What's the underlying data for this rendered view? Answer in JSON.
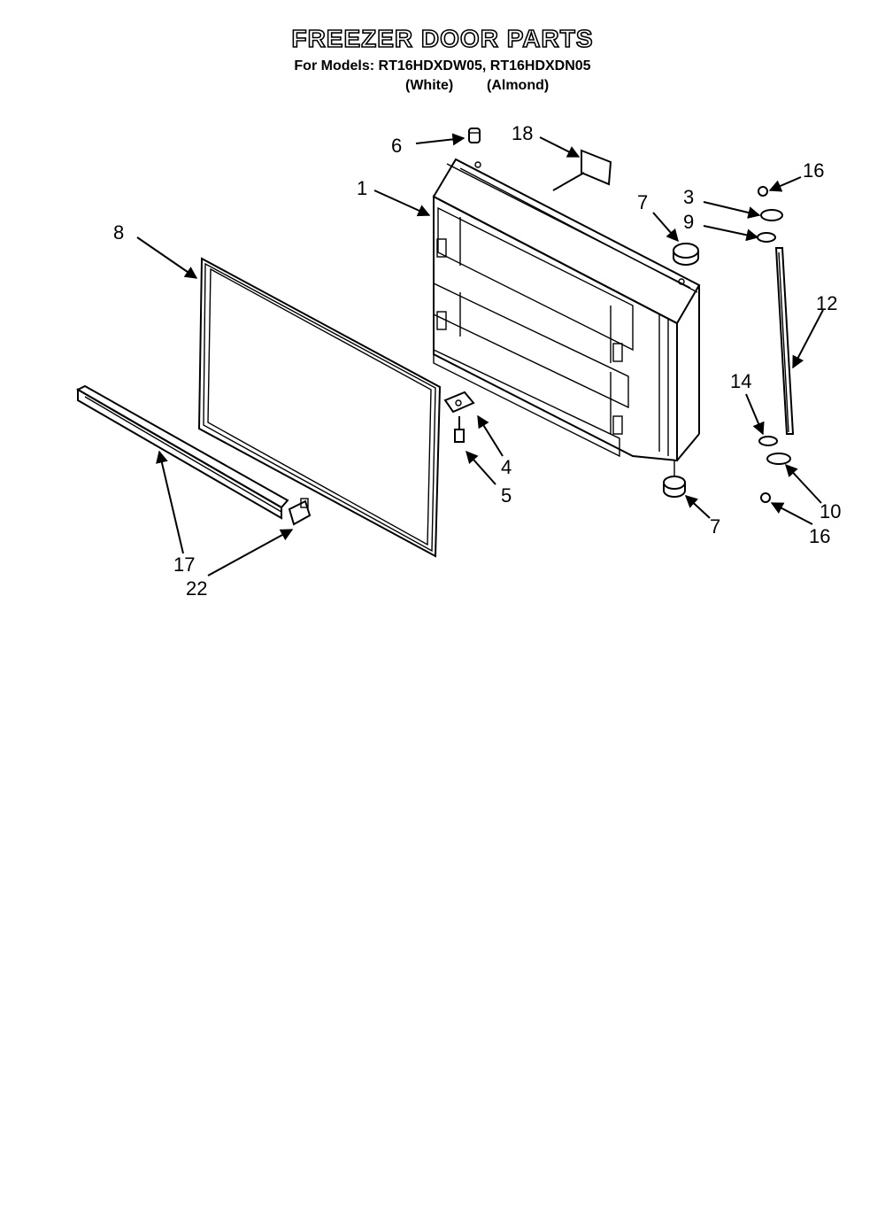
{
  "title": "FREEZER DOOR PARTS",
  "models_line": "For Models: RT16HDXDW05, RT16HDXDN05",
  "variants": {
    "white": "(White)",
    "almond": "(Almond)"
  },
  "callouts": {
    "c1": "1",
    "c3": "3",
    "c4": "4",
    "c5": "5",
    "c6": "6",
    "c7a": "7",
    "c7b": "7",
    "c8": "8",
    "c9": "9",
    "c10": "10",
    "c12": "12",
    "c14": "14",
    "c16a": "16",
    "c16b": "16",
    "c17": "17",
    "c18": "18",
    "c22": "22"
  }
}
